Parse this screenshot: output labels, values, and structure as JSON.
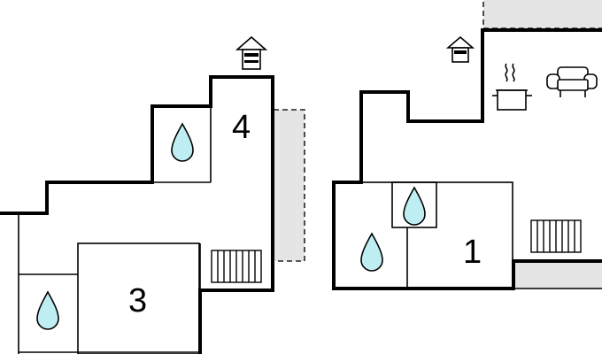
{
  "rooms": [
    {
      "number": "4"
    },
    {
      "number": "3"
    },
    {
      "number": "1"
    }
  ],
  "icons": {
    "bathroom": "water-drop-icon",
    "stairs": "radiator-icon",
    "chimney": "chimney-icon",
    "kitchen": "cooking-pot-icon",
    "living": "sofa-icon"
  },
  "colors": {
    "wall": "#000000",
    "water_drop": "#bfeef2",
    "outdoor_area": "#e5e5e5"
  }
}
